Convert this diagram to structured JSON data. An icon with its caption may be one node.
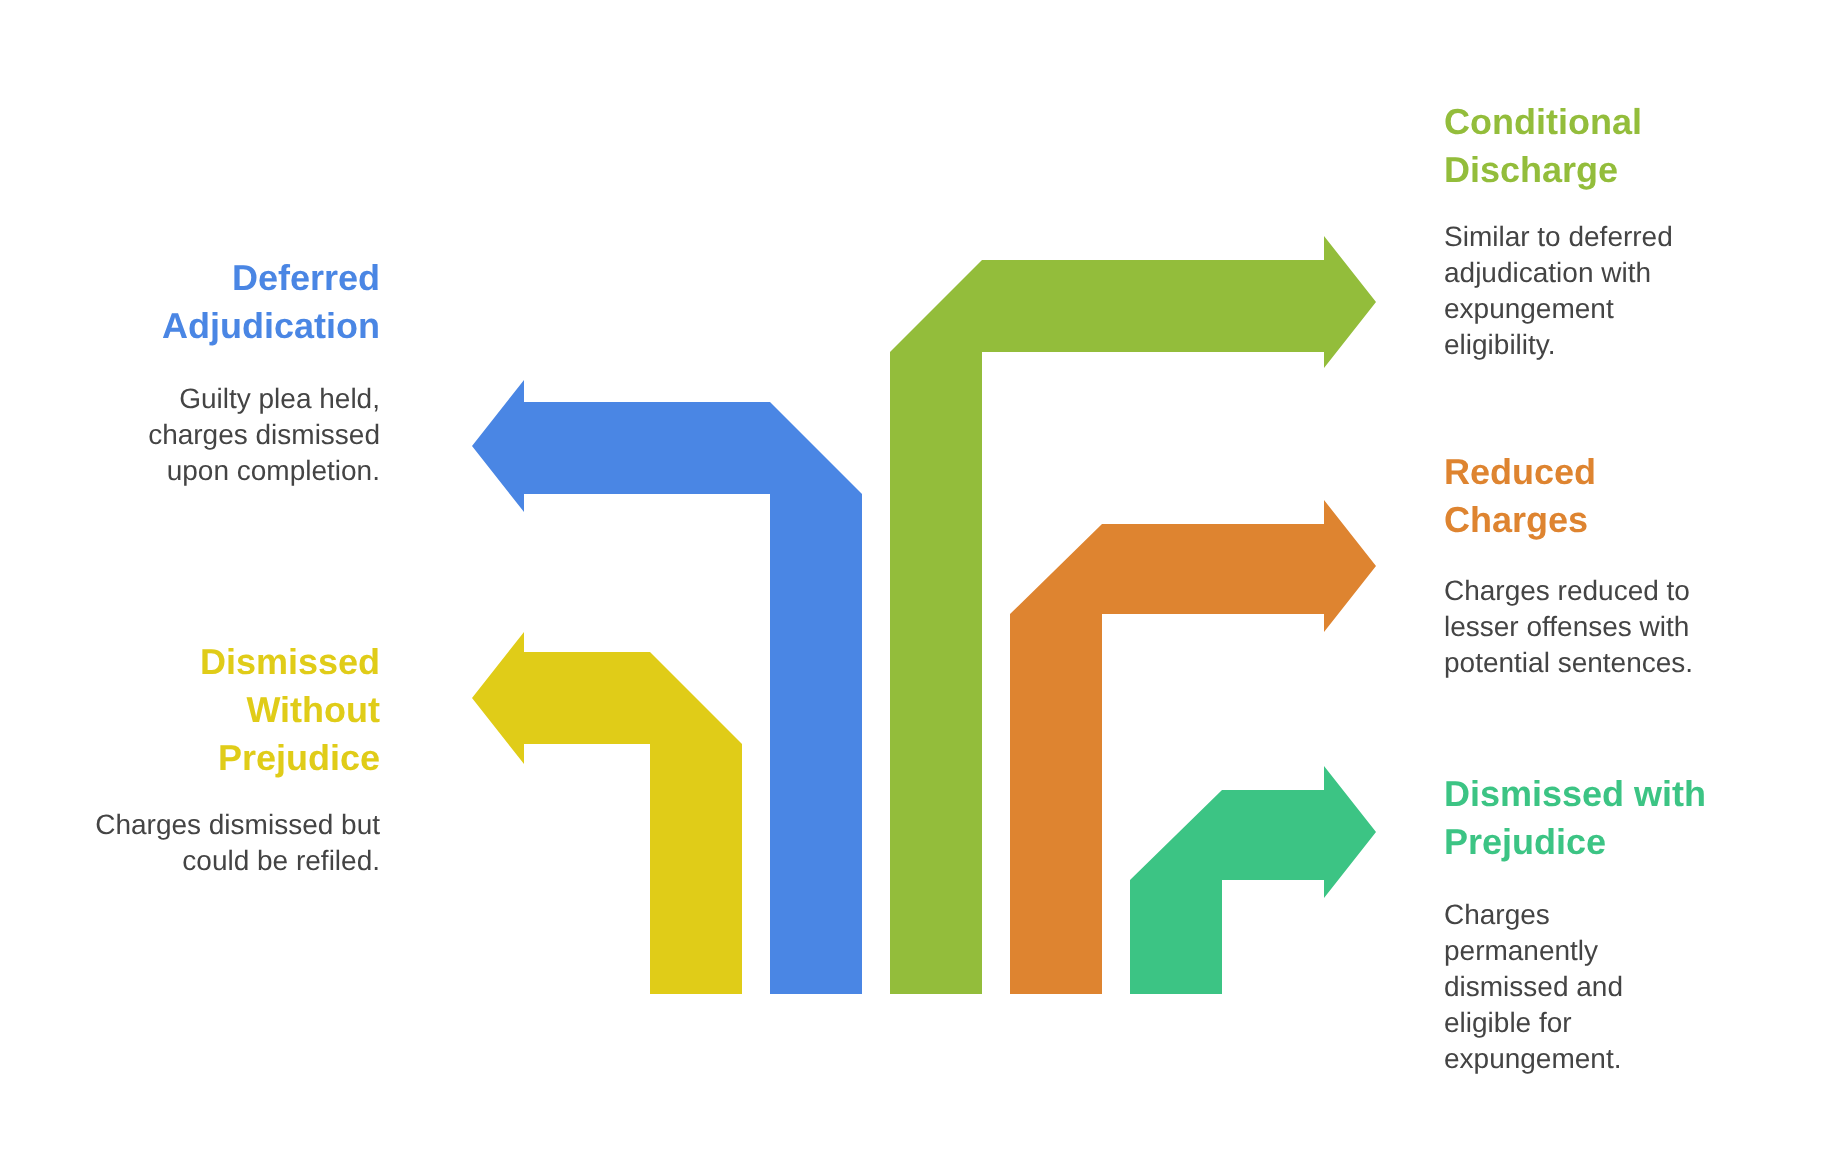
{
  "diagram": {
    "labels": [
      "Conditional Discharge",
      "Similar to deferred adjudication with expungement eligibility.",
      "Deferred Adjudication",
      "Guilty plea held, charges dismissed upon completion.",
      "Reduced Charges",
      "Charges reduced to lesser offenses with potential sentences.",
      "Dismissed Without Prejudice",
      "Charges dismissed but could be refiled.",
      "Dismissed with Prejudice",
      "Charges permanently dismissed and eligible for expungement."
    ]
  }
}
